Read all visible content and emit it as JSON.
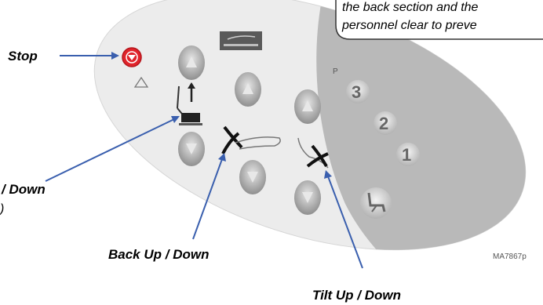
{
  "note": {
    "line1": "the back section and the",
    "line2": "personnel clear to preve"
  },
  "labels": {
    "stop": "Stop",
    "base_updown": "/ Down",
    "base_paren": ")",
    "back_updown": "Back Up / Down",
    "tilt_updown": "Tilt Up / Down"
  },
  "keypad": {
    "preset_marker": "P",
    "presets": [
      "3",
      "2",
      "1"
    ],
    "figure_code": "MA7867p"
  },
  "colors": {
    "panel": "#ececec",
    "panel_dark": "#b9b9b9",
    "stop_red": "#e0242b",
    "arrow_blue": "#3a5fae"
  },
  "icons": [
    "stop-icon",
    "warning-triangle-icon",
    "up-arrow-icon",
    "down-arrow-icon",
    "chair-icon",
    "brand-logo-icon"
  ]
}
